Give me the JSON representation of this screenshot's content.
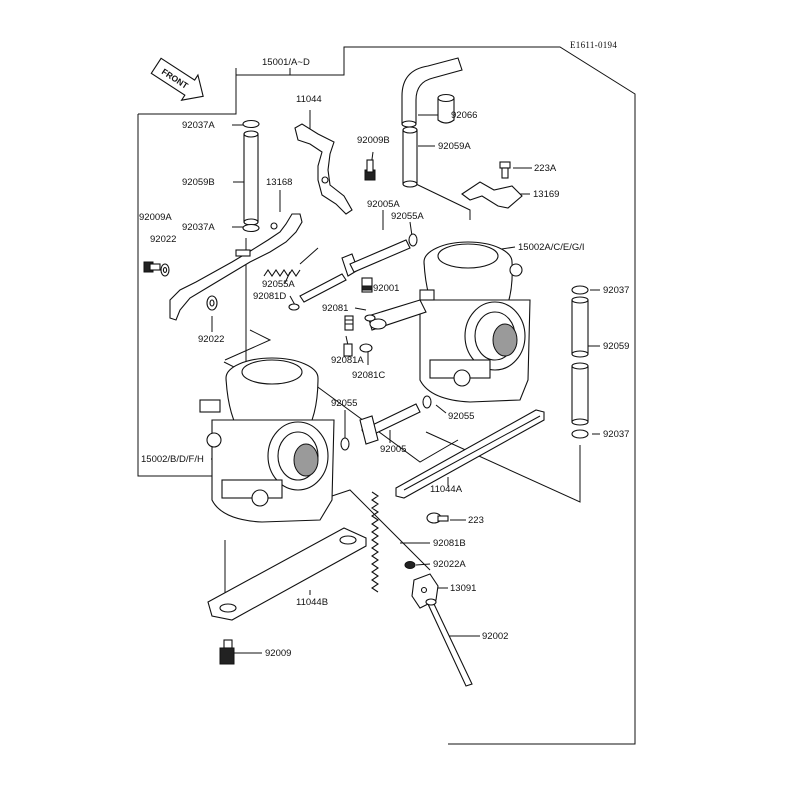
{
  "diagram": {
    "code": "E1611-0194",
    "direction": "FRONT",
    "labels": {
      "p15001": "15001/A~D",
      "p11044": "11044",
      "p92066": "92066",
      "p92037A_top": "92037A",
      "p92009B": "92009B",
      "p92059A": "92059A",
      "p223A": "223A",
      "p92059B": "92059B",
      "p13168": "13168",
      "p13169": "13169",
      "p92005A": "92005A",
      "p92055A_top": "92055A",
      "p92009A": "92009A",
      "p92022_left": "92022",
      "p92037A_mid": "92037A",
      "p15002A": "15002A/C/E/G/I",
      "p92055A_mid": "92055A",
      "p92081D": "92081D",
      "p92001": "92001",
      "p92037_r1": "92037",
      "p92022_mid": "92022",
      "p92081": "92081",
      "p92059": "92059",
      "p92081A": "92081A",
      "p92081C": "92081C",
      "p92055_l": "92055",
      "p92055_r": "92055",
      "p92005": "92005",
      "p92037_r2": "92037",
      "p15002B": "15002/B/D/F/H",
      "p11044A": "11044A",
      "p223": "223",
      "p92081B": "92081B",
      "p92022A": "92022A",
      "p13091": "13091",
      "p11044B": "11044B",
      "p92002": "92002",
      "p92009": "92009"
    }
  }
}
